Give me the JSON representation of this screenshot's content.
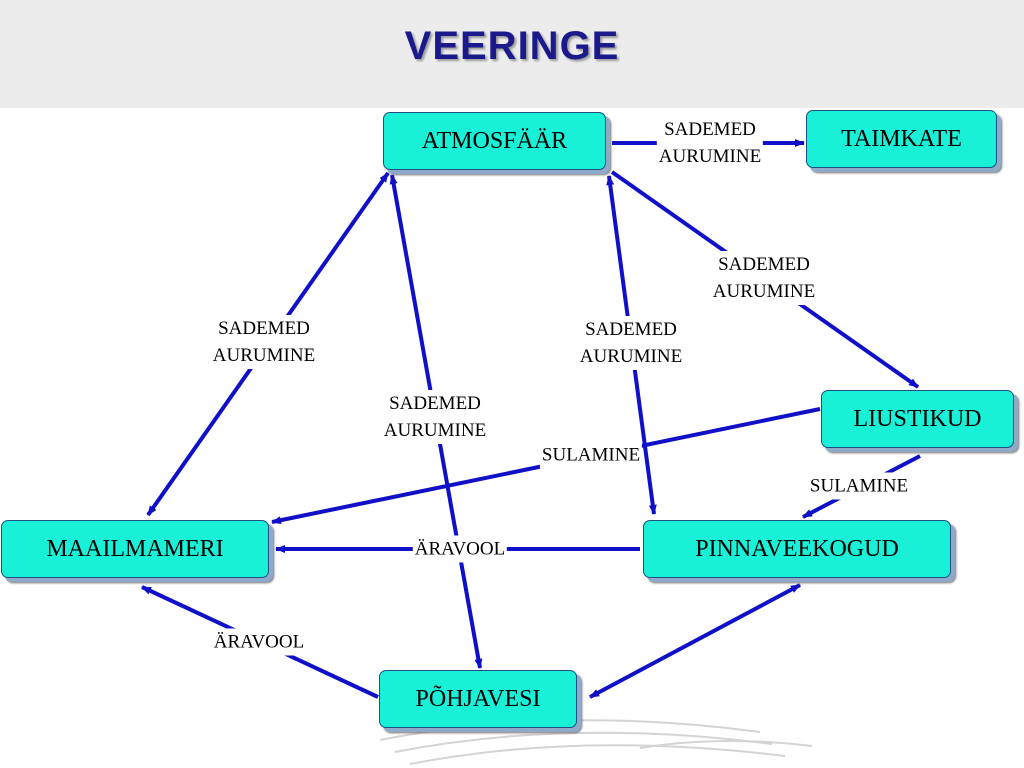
{
  "title": "VEERINGE",
  "colors": {
    "node_fill": "#19f0d8",
    "arrow": "#1010c8",
    "title": "#1a1a8c"
  },
  "nodes": {
    "atmosfaar": "ATMOSFÄÄR",
    "taimkate": "TAIMKATE",
    "liustikud": "LIUSTIKUD",
    "maailmameri": "MAAILMAMERI",
    "pinnaveekogud": "PINNAVEEKOGUD",
    "pohjavesi": "PÕHJAVESI"
  },
  "edge_labels": {
    "atm_taimkate": [
      "SADEMED",
      "AURUMINE"
    ],
    "atm_liustikud": [
      "SADEMED",
      "AURUMINE"
    ],
    "atm_maailmameri": [
      "SADEMED",
      "AURUMINE"
    ],
    "atm_pinnaveekogud": [
      "SADEMED",
      "AURUMINE"
    ],
    "atm_pohjavesi": [
      "SADEMED",
      "AURUMINE"
    ],
    "liustikud_maailmameri": "SULAMINE",
    "liustikud_pinnaveekogud": "SULAMINE",
    "pinnaveekogud_maailmameri": "ÄRAVOOL",
    "pohjavesi_maailmameri": "ÄRAVOOL"
  }
}
